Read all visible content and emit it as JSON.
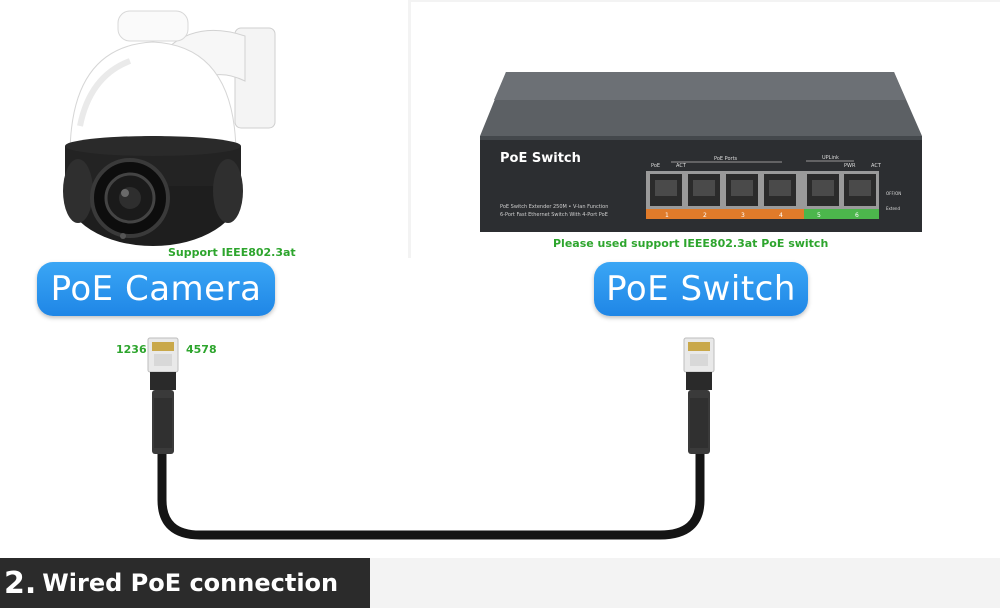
{
  "camera": {
    "support_text": "Support IEEE802.3at",
    "label": "PoE Camera"
  },
  "switch": {
    "brand": "PoE Switch",
    "subtitle_line1": "PoE Switch Extender 250M • V-lan Function",
    "subtitle_line2": "6-Port Fast Ethernet Switch With 4-Port PoE",
    "poe_label": "PoE",
    "act_label": "ACT",
    "poe_ports_label": "PoE Ports",
    "uplink_label": "UPLink",
    "pwr_label": "PWR",
    "act2_label": "ACT",
    "off_on_label": "OFF/ON",
    "extend_label": "Extend",
    "port_numbers": [
      "1",
      "2",
      "3",
      "4",
      "5",
      "6"
    ],
    "support_text": "Please used support IEEE802.3at PoE switch",
    "label": "PoE Switch"
  },
  "cable": {
    "pins_left": "1236",
    "pins_right": "4578"
  },
  "footer": {
    "number": "2.",
    "title": "Wired PoE connection"
  },
  "colors": {
    "pill_blue": "#1f86e6",
    "support_green": "#2da52d",
    "poe_port_orange": "#e07b2a",
    "uplink_port_green": "#4cb64c",
    "footer_bg": "#2b2b2b"
  }
}
